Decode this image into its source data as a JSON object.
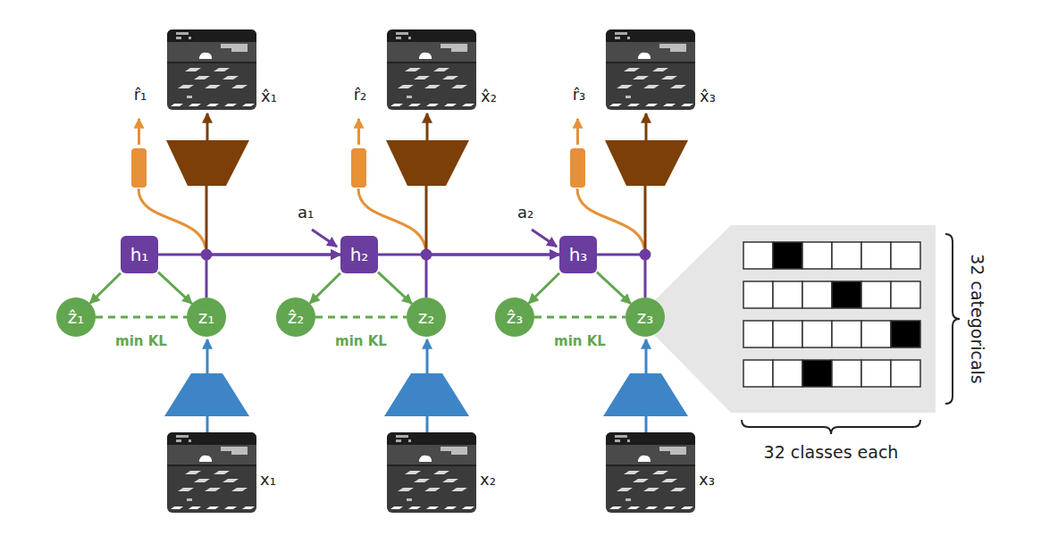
{
  "diagram": {
    "nodes": [
      {
        "text": [
          "h₁"
        ]
      },
      {
        "text": [
          "ẑ₁"
        ]
      },
      {
        "text": [
          "z₁"
        ]
      },
      {
        "text": [
          "h₂"
        ]
      },
      {
        "text": [
          "ẑ₂"
        ]
      },
      {
        "text": [
          "z₂"
        ]
      },
      {
        "text": [
          "h₃"
        ]
      },
      {
        "text": [
          "ẑ₃"
        ]
      },
      {
        "text": [
          "z₃"
        ]
      }
    ],
    "edges": [
      {
        "from": 0,
        "to": 1,
        "arrow": "to"
      },
      {
        "from": 0,
        "to": 2,
        "arrow": "to"
      },
      {
        "from": 1,
        "to": 2,
        "arrow": "none",
        "label": "min KL"
      },
      {
        "from": 0,
        "to": 3,
        "arrow": "to"
      },
      {
        "from": 2,
        "to": 3,
        "arrow": "to"
      },
      {
        "from": 3,
        "to": 4,
        "arrow": "to"
      },
      {
        "from": 3,
        "to": 5,
        "arrow": "to"
      },
      {
        "from": 4,
        "to": 5,
        "arrow": "none",
        "label": "min KL"
      },
      {
        "from": 3,
        "to": 6,
        "arrow": "to"
      },
      {
        "from": 5,
        "to": 6,
        "arrow": "to"
      },
      {
        "from": 6,
        "to": 7,
        "arrow": "to"
      },
      {
        "from": 6,
        "to": 8,
        "arrow": "to"
      },
      {
        "from": 7,
        "to": 8,
        "arrow": "none",
        "label": "min KL"
      }
    ],
    "labels": [
      "r̂₁",
      "x̂₁",
      "r̂₂",
      "x̂₂",
      "r̂₃",
      "x̂₃",
      "a₁",
      "a₂",
      "x₁",
      "x₂",
      "x₃",
      "32 categoricals",
      "32 classes each"
    ]
  }
}
